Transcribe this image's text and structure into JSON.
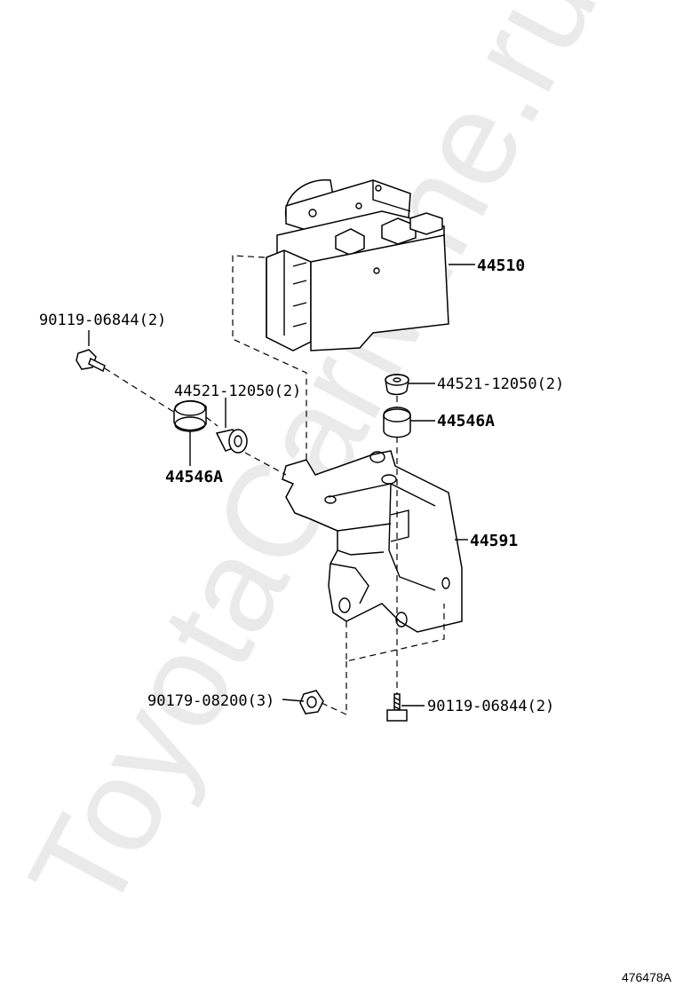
{
  "watermark": "ToyotaCarMine.ru",
  "figure_number": "476478A",
  "parts": {
    "actuator": "44510",
    "bracket": "44591",
    "cushion_left": "44546A",
    "cushion_right": "44546A",
    "collar_left": "44521-12050(2)",
    "collar_right": "44521-12050(2)",
    "bolt_top_left": "90119-06844(2)",
    "bolt_bottom": "90119-06844(2)",
    "nut": "90179-08200(3)"
  }
}
